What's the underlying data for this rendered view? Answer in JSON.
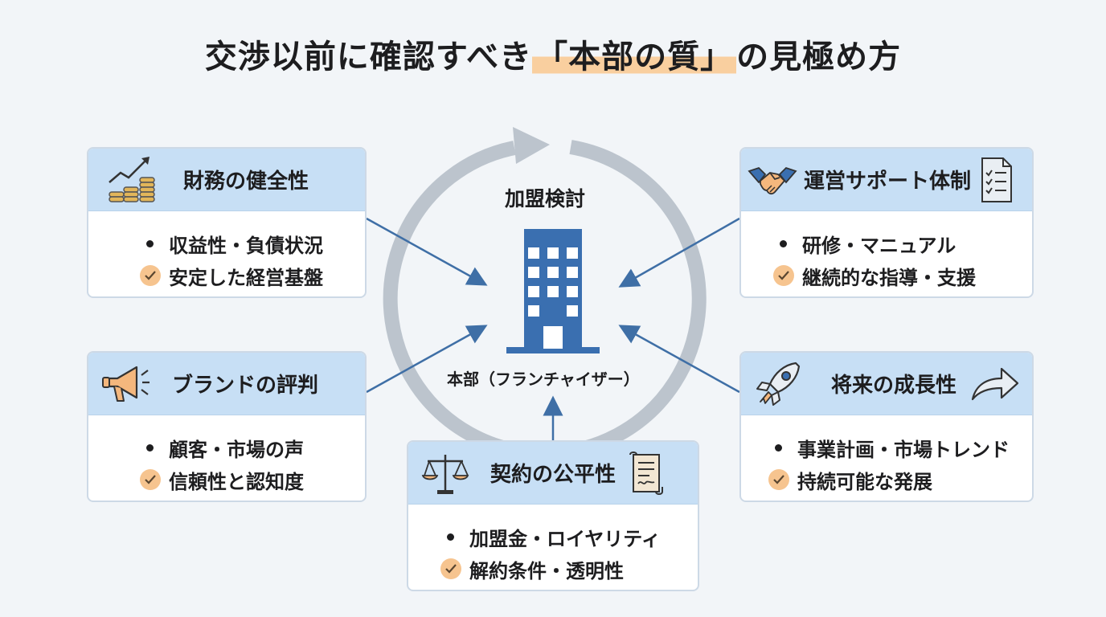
{
  "title": {
    "before": "交渉以前に確認すべき",
    "highlight": "「本部の質」",
    "after": "の見極め方"
  },
  "center": {
    "top_label": "加盟検討",
    "building_icon": "office-building-icon",
    "bottom_label": "本部（フランチャイザー）"
  },
  "cards": {
    "finance": {
      "title": "財務の健全性",
      "icon": "coins-growth-icon",
      "bullet": "収益性・負債状況",
      "check": "安定した経営基盤"
    },
    "support": {
      "title": "運営サポート体制",
      "icon": "handshake-icon",
      "icon2": "checklist-icon",
      "bullet": "研修・マニュアル",
      "check": "継続的な指導・支援"
    },
    "brand": {
      "title": "ブランドの評判",
      "icon": "megaphone-icon",
      "bullet": "顧客・市場の声",
      "check": "信頼性と認知度"
    },
    "growth": {
      "title": "将来の成長性",
      "icon": "rocket-icon",
      "icon2": "arrow-right-icon",
      "bullet": "事業計画・市場トレンド",
      "check": "持続可能な発展"
    },
    "contract": {
      "title": "契約の公平性",
      "icon": "scales-icon",
      "icon2": "contract-scroll-icon",
      "bullet": "加盟金・ロイヤリティ",
      "check": "解約条件・透明性"
    }
  },
  "colors": {
    "accent_blue": "#3a6fb0",
    "header_blue": "#c7dff5",
    "highlight_orange": "#f9cf9f",
    "cycle_gray": "#bcc4cd"
  }
}
